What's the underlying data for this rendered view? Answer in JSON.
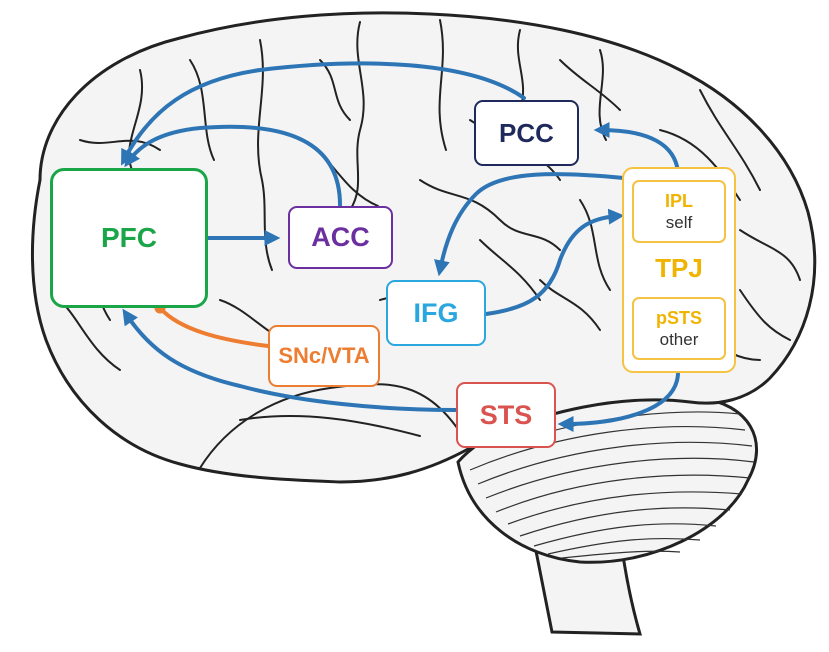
{
  "regions": {
    "pfc": {
      "label": "PFC",
      "color": "#1aa548"
    },
    "acc": {
      "label": "ACC",
      "color": "#6b2fa0"
    },
    "pcc": {
      "label": "PCC",
      "color": "#1f2a5c"
    },
    "ifg": {
      "label": "IFG",
      "color": "#2aa7df"
    },
    "snc_vta": {
      "label": "SNc/VTA",
      "color": "#ed7d31"
    },
    "sts": {
      "label": "STS",
      "color": "#d9534f"
    },
    "tpj": {
      "label": "TPJ",
      "color": "#f5c242",
      "ipl": {
        "label": "IPL",
        "sublabel": "self"
      },
      "psts": {
        "label": "pSTS",
        "sublabel": "other"
      }
    }
  },
  "colors": {
    "arrow": "#2e75b6",
    "dopamine_link": "#ed7d31",
    "outline": "#222222"
  },
  "connections": [
    {
      "from": "PFC",
      "to": "ACC"
    },
    {
      "from": "ACC",
      "to": "PFC"
    },
    {
      "from": "PCC",
      "to": "PFC"
    },
    {
      "from": "TPJ",
      "to": "PCC"
    },
    {
      "from": "TPJ",
      "to": "IFG"
    },
    {
      "from": "IFG",
      "to": "IPL"
    },
    {
      "from": "TPJ",
      "to": "STS"
    },
    {
      "from": "STS",
      "to": "PFC"
    },
    {
      "from": "SNc/VTA",
      "to": "PFC",
      "style": "dopaminergic"
    }
  ]
}
